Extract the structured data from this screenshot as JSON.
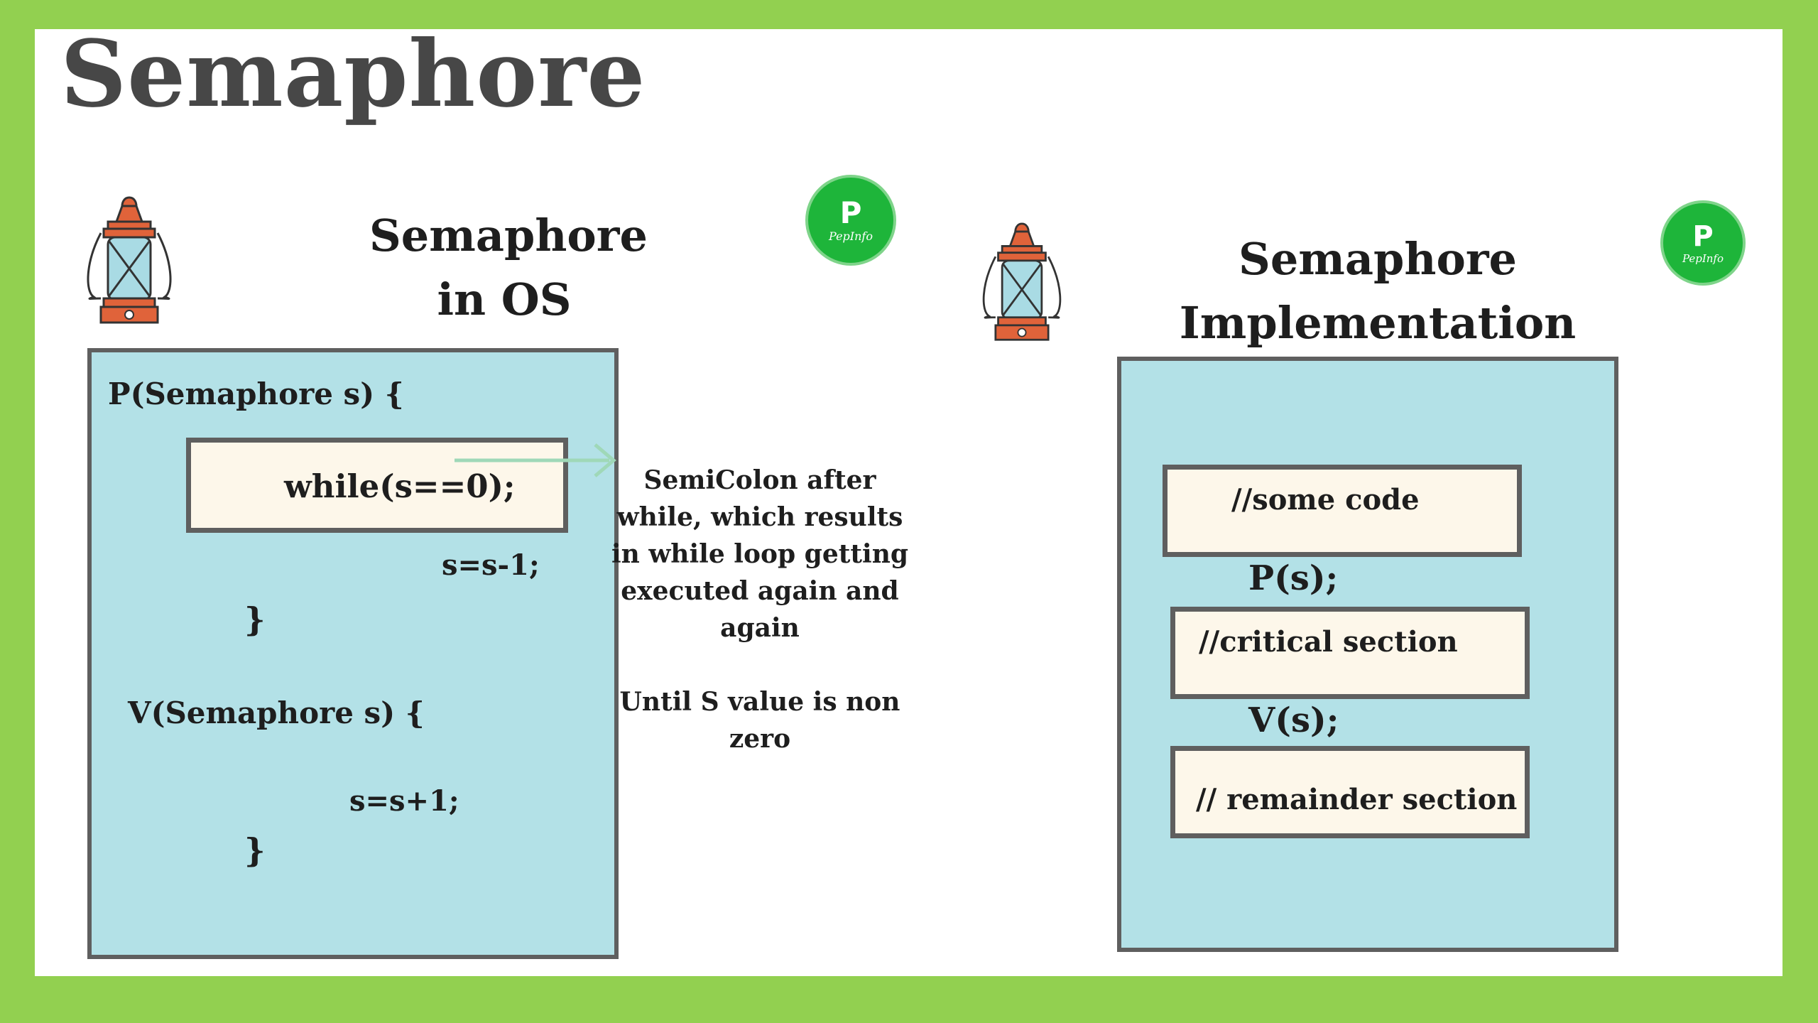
{
  "title": "Semaphore",
  "left": {
    "heading_line1": "Semaphore",
    "heading_line2": "in OS",
    "p_signature": "P(Semaphore s) {",
    "while_statement": "while(s==0);",
    "decrement": "s=s-1;",
    "close_brace_1": "}",
    "v_signature": "V(Semaphore s) {",
    "increment": "s=s+1;",
    "close_brace_2": "}",
    "logo_letter": "P",
    "logo_text": "PepInfo"
  },
  "annotation": {
    "line1": "SemiColon after",
    "line2": "while, which results",
    "line3": "in while loop getting",
    "line4": "executed again and",
    "line5": "again",
    "line6": "Until S value is non",
    "line7": "zero"
  },
  "right": {
    "heading_line1": "Semaphore",
    "heading_line2": "Implementation",
    "some_code": "//some code",
    "p_call": "P(s);",
    "critical": "//critical section",
    "v_call": "V(s);",
    "remainder": "// remainder section",
    "logo_letter": "P",
    "logo_text": "PepInfo"
  },
  "colors": {
    "frame_green": "#92d050",
    "panel_blue": "#b3e1e7",
    "box_cream": "#fdf7ea",
    "lantern_orange": "#e0633a",
    "logo_green": "#1eb53a"
  }
}
